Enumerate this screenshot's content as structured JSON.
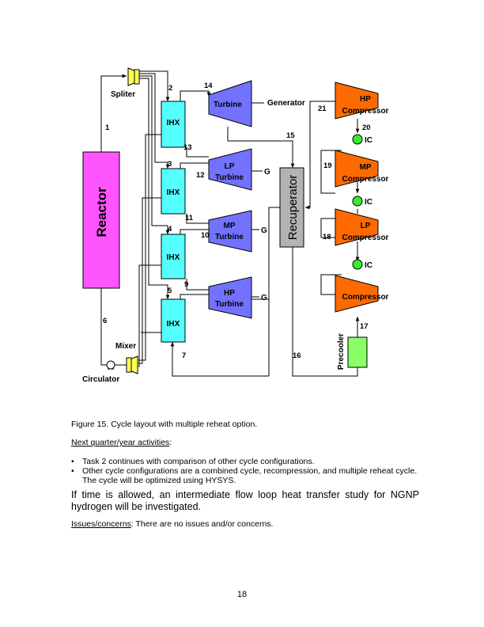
{
  "diagram": {
    "reactor": "Reactor",
    "spliter": "Spliter",
    "mixer": "Mixer",
    "circulator": "Circulator",
    "ihx": [
      "IHX",
      "IHX",
      "IHX",
      "IHX"
    ],
    "turbines": {
      "main": "Turbine",
      "lp": [
        "LP",
        "Turbine"
      ],
      "mp": [
        "MP",
        "Turbine"
      ],
      "hp": [
        "HP",
        "Turbine"
      ]
    },
    "generator_label": "Generator",
    "g_label": "G",
    "recuperator": "Recuperator",
    "compressors": {
      "hp": [
        "HP",
        "Compressor"
      ],
      "mp": [
        "MP",
        "Compressor"
      ],
      "lp": [
        "LP",
        "Compressor"
      ],
      "base": "Compressor"
    },
    "ic_label": "IC",
    "precooler": "Precooler",
    "stream_numbers": [
      "1",
      "2",
      "3",
      "4",
      "5",
      "6",
      "7",
      "9",
      "10",
      "11",
      "12",
      "13",
      "14",
      "15",
      "16",
      "17",
      "18",
      "19",
      "20",
      "21"
    ],
    "colors": {
      "reactor": "#ff55ff",
      "ihx": "#55ffff",
      "turbine": "#7272ff",
      "recuperator": "#b3b3b3",
      "compressor": "#ff6a00",
      "intercooler": "#33ee33",
      "precooler": "#88ff66",
      "valve": "#ffff55"
    }
  },
  "caption": "Figure 15. Cycle layout with multiple reheat option.",
  "next_heading": "Next quarter/year activities",
  "next_colon": ":",
  "bullets": [
    "Task 2 continues with comparison of other cycle configurations.",
    "Other cycle configurations are a combined cycle, recompression, and multiple reheat cycle. The cycle will be optimized using HYSYS."
  ],
  "paragraph": "If time is allowed, an intermediate flow loop heat transfer study for NGNP hydrogen will be investigated.",
  "issues_heading": "Issues/concerns",
  "issues_text": ":  There are no issues and/or concerns.",
  "page_number": "18"
}
